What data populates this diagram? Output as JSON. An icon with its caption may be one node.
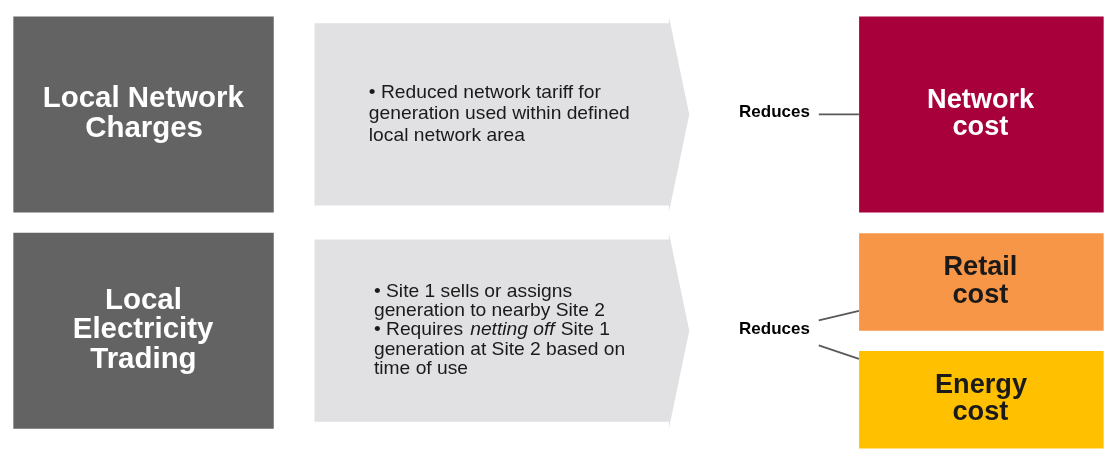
{
  "diagram": {
    "nodes": [
      {
        "text": [
          "Local Network Charges"
        ]
      },
      {
        "text": [
          "• Reduced network tariff for generation used within defined local network area"
        ]
      },
      {
        "text": [
          "Local Electricity Trading"
        ]
      },
      {
        "text": [
          "• Site 1 sells or assigns generation to nearby Site 2",
          "• Requires *netting off* Site 1 generation at Site 2 based on time of use"
        ]
      },
      {
        "text": [
          "Reduces"
        ]
      },
      {
        "text": [
          "Reduces"
        ]
      },
      {
        "text": [
          "Network cost"
        ]
      },
      {
        "text": [
          "Retail cost"
        ]
      },
      {
        "text": [
          "Energy cost"
        ]
      }
    ],
    "edges": [
      {
        "from": 4,
        "to": 6,
        "arrow": "none"
      },
      {
        "from": 5,
        "to": 7,
        "arrow": "none"
      },
      {
        "from": 5,
        "to": 8,
        "arrow": "none"
      }
    ]
  }
}
